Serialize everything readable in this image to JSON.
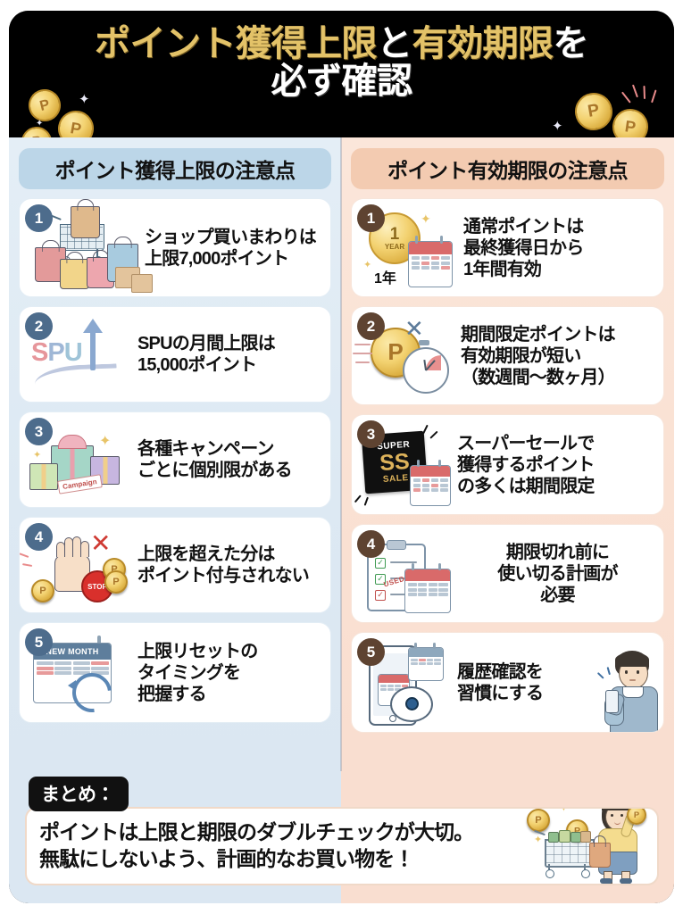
{
  "title": {
    "line1_parts": [
      {
        "text": "ポイント獲得上限",
        "color": "gold"
      },
      {
        "text": "と",
        "color": "white"
      },
      {
        "text": "有効期限",
        "color": "gold"
      },
      {
        "text": "を",
        "color": "white"
      }
    ],
    "line2_parts": [
      {
        "text": "必ず確認",
        "color": "white"
      }
    ],
    "line1_plain": "ポイント獲得上限と有効期限を",
    "line2_plain": "必ず確認"
  },
  "colors": {
    "banner_bg": "#000000",
    "title_gold": "#e3c268",
    "title_white": "#ffffff",
    "left_column_bg": "#dde9f3",
    "right_column_bg": "#fae1d3",
    "left_header_bg": "#bcd6e8",
    "right_header_bg": "#f3cbb1",
    "left_badge": "#4d6c8c",
    "right_badge": "#5e4331",
    "card_bg": "#ffffff",
    "summary_tag_bg": "#111111"
  },
  "left_column": {
    "header": "ポイント獲得上限の注意点",
    "items": [
      {
        "num": "1",
        "text": "ショップ買いまわりは\n上限7,000ポイント",
        "icon": "shopping-cart-bags-icon"
      },
      {
        "num": "2",
        "text": "SPUの月間上限は\n15,000ポイント",
        "icon": "spu-arrow-up-icon"
      },
      {
        "num": "3",
        "text": "各種キャンペーン\nごとに個別限がある",
        "icon": "gift-boxes-campaign-icon"
      },
      {
        "num": "4",
        "text": "上限を超えた分は\nポイント付与されない",
        "icon": "stop-hand-coins-icon"
      },
      {
        "num": "5",
        "text": "上限リセットの\nタイミングを\n把握する",
        "icon": "new-month-calendar-reset-icon"
      }
    ]
  },
  "right_column": {
    "header": "ポイント有効期限の注意点",
    "items": [
      {
        "num": "1",
        "text": "通常ポイントは\n最終獲得日から\n1年間有効",
        "icon": "one-year-coin-calendar-icon"
      },
      {
        "num": "2",
        "text": "期間限定ポイントは\n有効期限が短い\n（数週間〜数ヶ月）",
        "icon": "point-coin-stopwatch-icon"
      },
      {
        "num": "3",
        "text": "スーパーセールで\n獲得するポイント\nの多くは期間限定",
        "icon": "super-sale-badge-calendar-icon"
      },
      {
        "num": "4",
        "text": "期限切れ前に\n使い切る計画が\n必要",
        "icon": "clipboard-checklist-calendar-icon"
      },
      {
        "num": "5",
        "text": "履歴確認を\n習慣にする",
        "icon": "phone-eye-person-icon"
      }
    ]
  },
  "icon_labels": {
    "year_coin_main": "1",
    "year_coin_sub": "YEAR",
    "year_caption": "1年",
    "spu": "SPU",
    "campaign_tag": "Campaign",
    "stop_sign": "STOP",
    "new_month": "NEW MONTH",
    "super": "SUPER",
    "ss": "SS",
    "sale": "SALE",
    "used_up": "USED UP",
    "coin_letter": "P"
  },
  "summary": {
    "tag": "まとめ：",
    "text": "ポイントは上限と期限のダブルチェックが大切。\n無駄にしないよう、計画的なお買い物を！"
  }
}
